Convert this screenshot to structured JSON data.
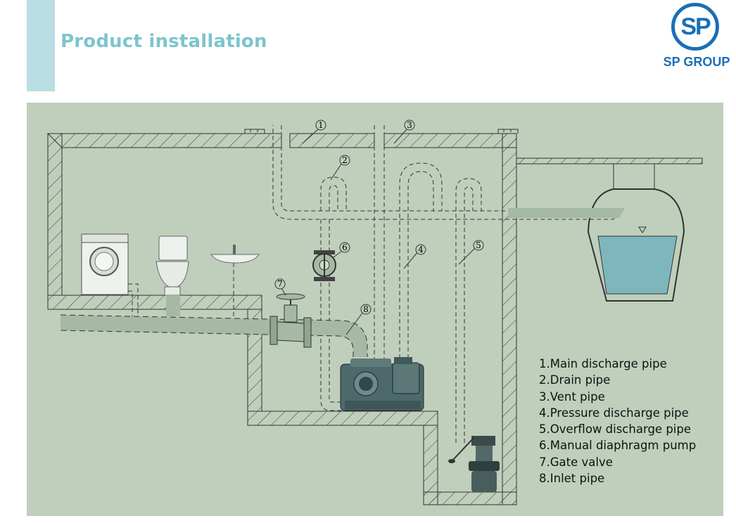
{
  "header": {
    "title": "Product installation",
    "logo_mark": "SP",
    "logo_text": "SP GROUP"
  },
  "colors": {
    "accent_bar": "#b9dfe4",
    "title": "#7ec4cc",
    "brand_blue": "#1a6fb5",
    "panel_bg": "#bfcfbb",
    "pipe_fill": "#a6b9a4",
    "tank_water": "#7fb6bd"
  },
  "diagram": {
    "callouts": [
      "1",
      "2",
      "3",
      "4",
      "5",
      "6",
      "7",
      "8"
    ],
    "legend": [
      "1.Main discharge pipe",
      "2.Drain pipe",
      "3.Vent pipe",
      "4.Pressure discharge pipe",
      "5.Overflow discharge pipe",
      "6.Manual diaphragm pump",
      "7.Gate valve",
      "8.Inlet pipe"
    ]
  }
}
